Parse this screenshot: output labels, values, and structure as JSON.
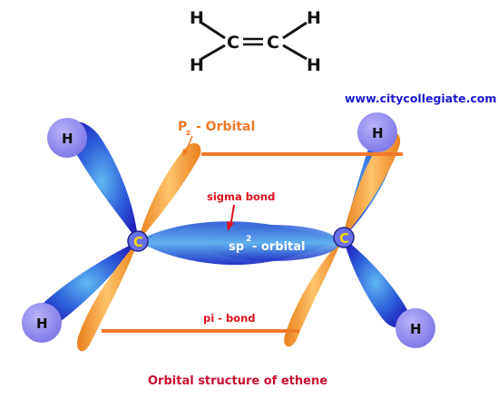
{
  "formula": {
    "atoms": [
      "H",
      "H",
      "C",
      "C",
      "H",
      "H"
    ],
    "bond_symbol": "="
  },
  "website": "www.citycollegiate.com",
  "labels": {
    "pz_orbital_main": "P",
    "pz_orbital_sub": "z",
    "pz_orbital_rest": "- Orbital",
    "sigma_bond": "sigma bond",
    "sp2_orbital_main": "sp",
    "sp2_orbital_sup": "2",
    "sp2_orbital_rest": "- orbital",
    "pi_bond": "pi - bond",
    "caption": "Orbital structure of ethene"
  },
  "atoms": {
    "carbon_left": "C",
    "carbon_right": "C",
    "hydrogen_top_left": "H",
    "hydrogen_top_right": "H",
    "hydrogen_bottom_left": "H",
    "hydrogen_bottom_right": "H"
  },
  "colors": {
    "sp2_lobe": "#2A3FD0",
    "sp2_lobe_light": "#4FA8E8",
    "p_lobe": "#F39A2B",
    "p_lobe_light": "#FFD08A",
    "pi_bond_line": "#F07A2A",
    "carbon_fill": "#6A6FE8",
    "carbon_label": "#F2D800",
    "hydrogen_fill": "#8C86EE",
    "label_orange": "#F07A2A",
    "label_red": "#E0101C",
    "website_blue": "#1A1AD0",
    "caption_red": "#C8102E"
  }
}
